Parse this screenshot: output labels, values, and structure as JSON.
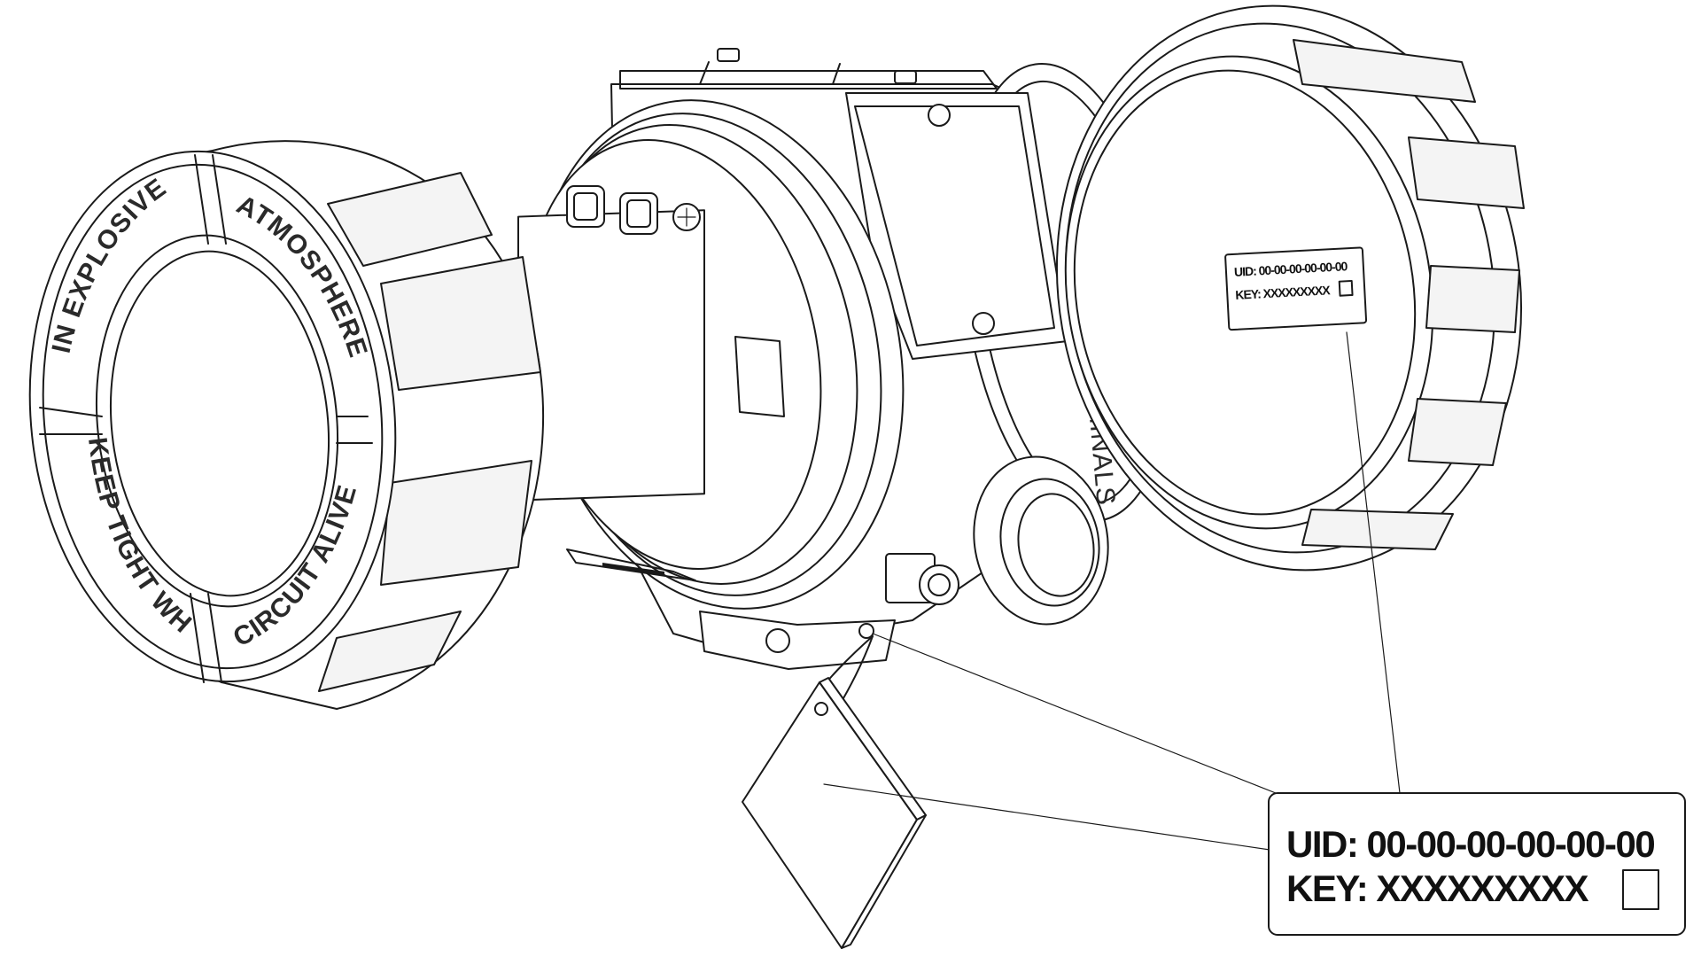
{
  "front_cover": {
    "text_top_left": "IN EXPLOSIVE",
    "text_top_right": "ATMOSPHERE",
    "text_bottom_left": "KEEP TIGHT WHEN",
    "text_bottom_right": "CIRCUIT ALIVE"
  },
  "housing": {
    "side_label": "FIELD TERMINALS"
  },
  "cover_label": {
    "uid": "UID: 00-00-00-00-00-00",
    "key": "KEY: XXXXXXXXX"
  },
  "callout_label": {
    "uid": "UID: 00-00-00-00-00-00",
    "key": "KEY: XXXXXXXXX"
  }
}
